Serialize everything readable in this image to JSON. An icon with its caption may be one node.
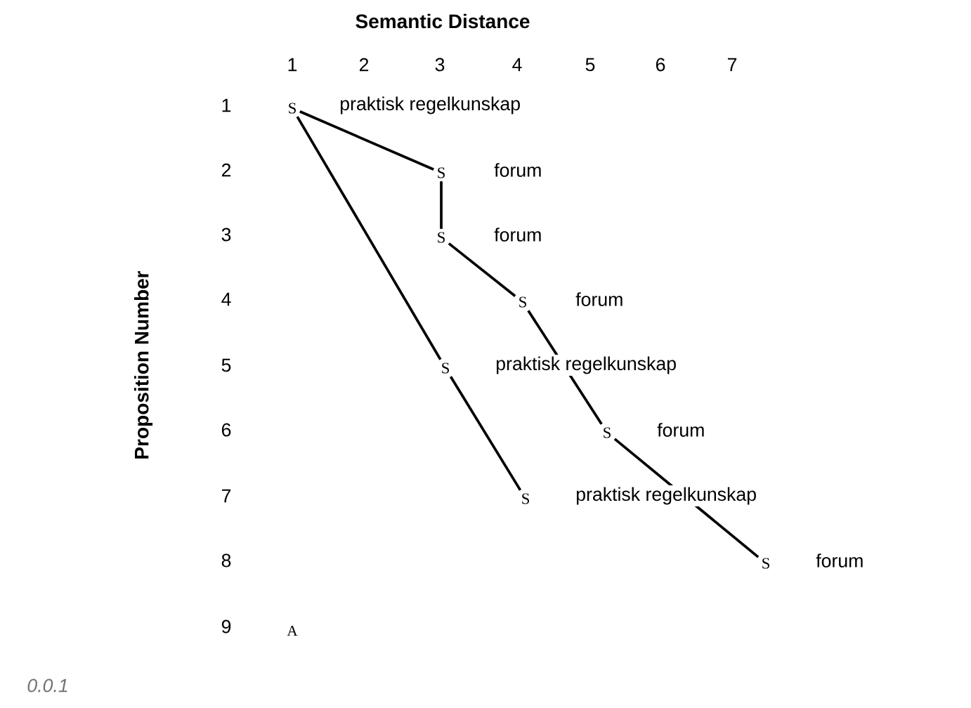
{
  "diagram": {
    "title": "Semantic Distance",
    "nodes": [
      {
        "text": [
          "S"
        ],
        "beside": [
          "praktisk regelkunskap"
        ]
      },
      {
        "text": [
          "S"
        ],
        "beside": [
          "forum"
        ]
      },
      {
        "text": [
          "S"
        ],
        "beside": [
          "forum"
        ]
      },
      {
        "text": [
          "S"
        ],
        "beside": [
          "forum"
        ]
      },
      {
        "text": [
          "S"
        ],
        "beside": [
          "praktisk regelkunskap"
        ]
      },
      {
        "text": [
          "S"
        ],
        "beside": [
          "forum"
        ]
      },
      {
        "text": [
          "S"
        ],
        "beside": [
          "praktisk regelkunskap"
        ]
      },
      {
        "text": [
          "S"
        ],
        "beside": [
          "forum"
        ]
      }
    ],
    "edges": [
      {
        "from": 0,
        "to": 1,
        "arrow": "none"
      },
      {
        "from": 1,
        "to": 2,
        "arrow": "none"
      },
      {
        "from": 2,
        "to": 3,
        "arrow": "none"
      },
      {
        "from": 3,
        "to": 5,
        "arrow": "none"
      },
      {
        "from": 5,
        "to": 7,
        "arrow": "none"
      },
      {
        "from": 0,
        "to": 4,
        "arrow": "none"
      },
      {
        "from": 4,
        "to": 6,
        "arrow": "none"
      }
    ],
    "labels": [
      "1",
      "2",
      "3",
      "4",
      "5",
      "6",
      "7",
      "Proposition Number",
      "1",
      "2",
      "3",
      "4",
      "5",
      "6",
      "7",
      "8",
      "9",
      "A",
      "0.0.1"
    ]
  }
}
